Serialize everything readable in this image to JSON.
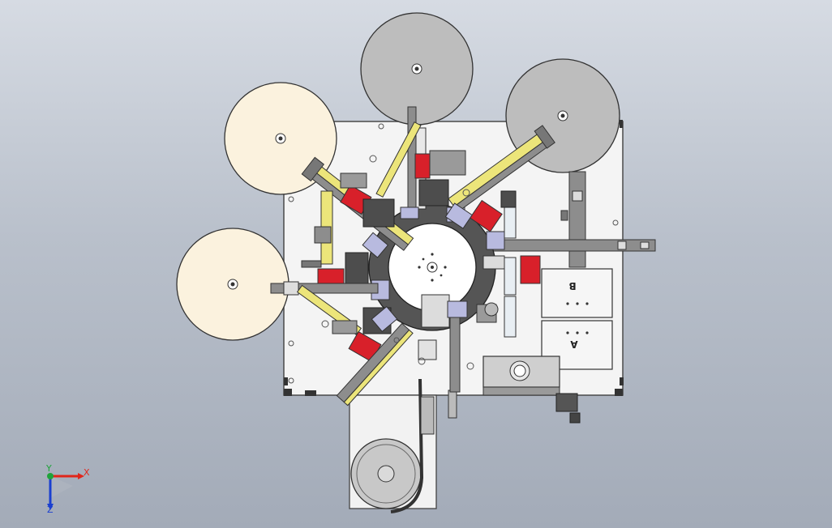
{
  "view": {
    "axes": {
      "x_label": "X",
      "y_label": "Y",
      "z_label": "Z",
      "x_color": "#e0261b",
      "y_color": "#1fa33a",
      "z_color": "#1a3fd0"
    }
  },
  "machine": {
    "plate_labels": [
      "B",
      "A"
    ],
    "colors": {
      "frame": "#f4f4f4",
      "frame_edge": "#4a4a4a",
      "reel_cream": "#fbf2de",
      "reel_grey": "#bdbdbd",
      "dial_plate": "#555555",
      "actuator_red": "#d8202a",
      "slide_yellow": "#ece57a",
      "bracket_lavender": "#b8badf",
      "rail_grey": "#8d8d8d",
      "motor_dark": "#4d4d4d"
    }
  }
}
